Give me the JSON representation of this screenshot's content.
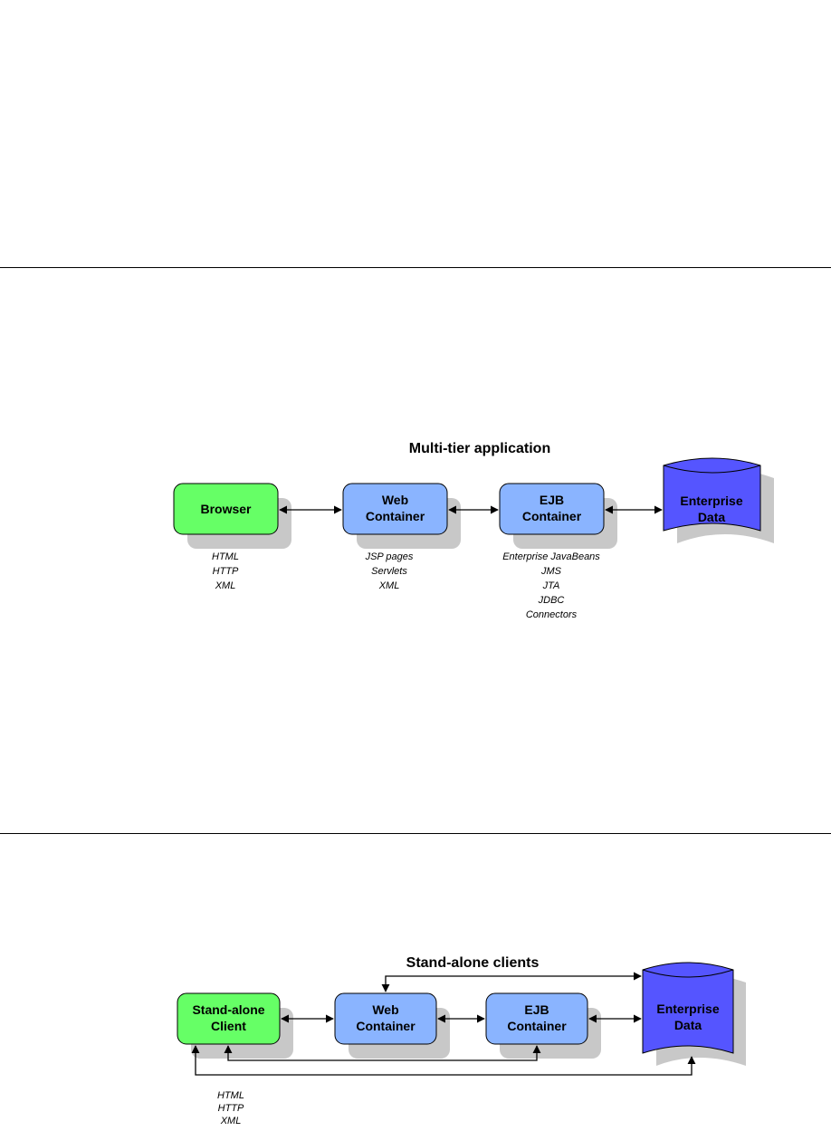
{
  "diagram1": {
    "title": "Multi-tier application",
    "browser": {
      "label": "Browser",
      "notes": [
        "HTML",
        "HTTP",
        "XML"
      ]
    },
    "web": {
      "line1": "Web",
      "line2": "Container",
      "notes": [
        "JSP pages",
        "Servlets",
        "XML"
      ]
    },
    "ejb": {
      "line1": "EJB",
      "line2": "Container",
      "notes": [
        "Enterprise JavaBeans",
        "JMS",
        "JTA",
        "JDBC",
        "Connectors"
      ]
    },
    "data": {
      "line1": "Enterprise",
      "line2": "Data"
    }
  },
  "diagram2": {
    "title": "Stand-alone clients",
    "client": {
      "line1": "Stand-alone",
      "line2": "Client",
      "notes": [
        "HTML",
        "HTTP",
        "XML"
      ]
    },
    "web": {
      "line1": "Web",
      "line2": "Container"
    },
    "ejb": {
      "line1": "EJB",
      "line2": "Container"
    },
    "data": {
      "line1": "Enterprise",
      "line2": "Data"
    }
  },
  "colors": {
    "client": "#66ff66",
    "container": "#8ab4ff",
    "database": "#5555ff",
    "shadow": "#c8c8c8"
  }
}
